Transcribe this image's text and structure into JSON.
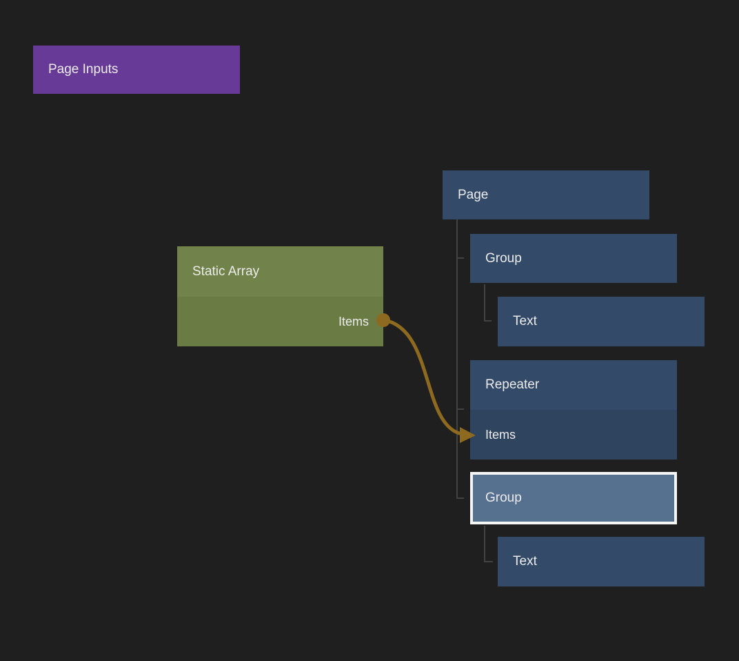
{
  "app": {
    "view": "node-graph-canvas"
  },
  "colors": {
    "background": "#1f1f20",
    "purple_node": "#673a97",
    "green_header": "#71824a",
    "green_body": "#6a7b43",
    "blue_node": "#334a68",
    "blue_node_body": "#2e445f",
    "selected_node_fill": "#567090",
    "selection_border": "#f5f5f5",
    "wire": "#8d6a1f",
    "tree_line": "#424242",
    "text": "#ececec"
  },
  "nodes": {
    "page_inputs": {
      "label": "Page Inputs",
      "kind": "component-inputs"
    },
    "static_array": {
      "label": "Static Array",
      "outputs": [
        {
          "label": "Items"
        }
      ]
    },
    "page": {
      "label": "Page"
    },
    "group_1": {
      "label": "Group"
    },
    "text_1": {
      "label": "Text"
    },
    "repeater": {
      "label": "Repeater",
      "inputs": [
        {
          "label": "Items"
        }
      ]
    },
    "group_2": {
      "label": "Group",
      "selected": true
    },
    "text_2": {
      "label": "Text"
    }
  },
  "connections": [
    {
      "from": "Static Array / Items",
      "to": "Repeater / Items"
    }
  ]
}
